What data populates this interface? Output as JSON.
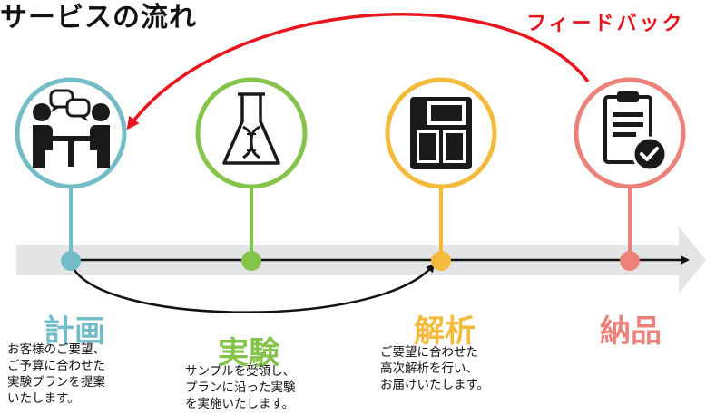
{
  "title": "サービスの流れ",
  "feedback_label": "フィードバック",
  "colors": {
    "plan": "#74bcc8",
    "experiment": "#84c44a",
    "analysis": "#f4ba3c",
    "delivery": "#ec8179",
    "feedback": "#e8141e",
    "timeline_band": "#e3e4e6"
  },
  "steps": [
    {
      "key": "plan",
      "name": "計画",
      "icon": "meeting-icon",
      "description": "お客様のご要望、\nご予算に合わせた\n実験プランを提案\nいたします。"
    },
    {
      "key": "experiment",
      "name": "実験",
      "icon": "flask-dna-icon",
      "description": "サンプルを受領し、\nプランに沿った実験\nを実施いたします。"
    },
    {
      "key": "analysis",
      "name": "解析",
      "icon": "sequencer-icon",
      "description": "ご要望に合わせた\n高次解析を行い、\nお届けいたします。"
    },
    {
      "key": "delivery",
      "name": "納品",
      "icon": "clipboard-check-icon",
      "description": ""
    }
  ]
}
